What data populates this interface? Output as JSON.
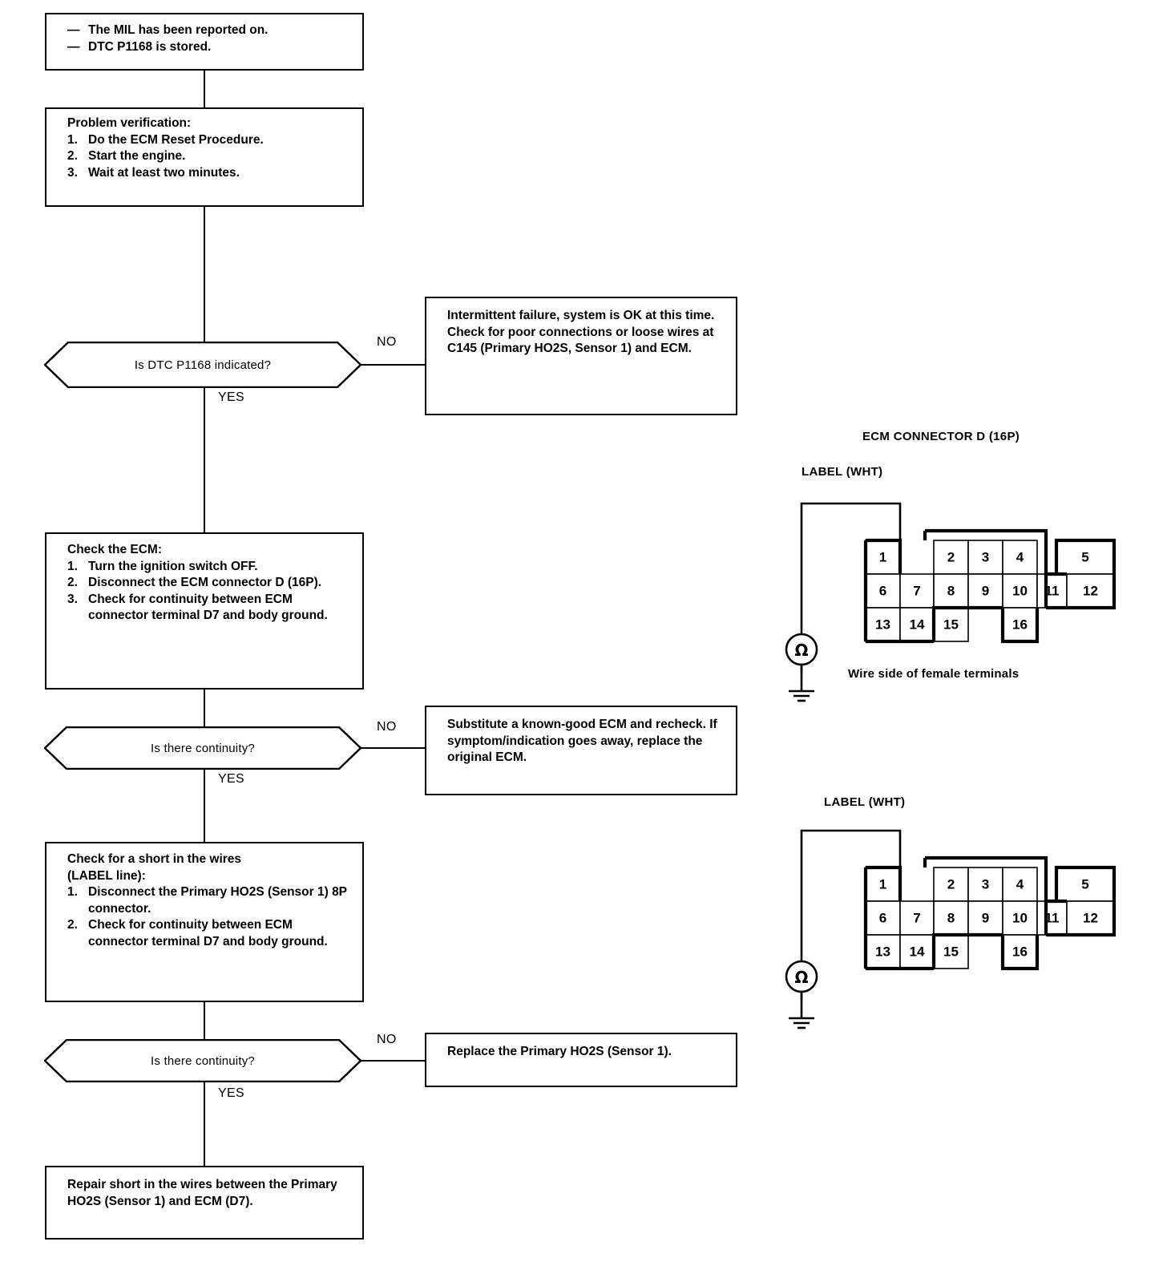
{
  "document": {
    "title": "DTC P1168 Troubleshooting Flowchart"
  },
  "flow": {
    "symptom_box": {
      "name": "symptom-box",
      "lines": [
        "The MIL has been reported on.",
        "DTC P1168 is stored."
      ],
      "dash": "—"
    },
    "problem_verification": {
      "heading": "Problem verification:",
      "steps": [
        {
          "num": "1.",
          "text": "Do the ECM Reset Procedure."
        },
        {
          "num": "2.",
          "text": "Start the engine."
        },
        {
          "num": "3.",
          "text": "Wait at least two minutes."
        }
      ]
    },
    "decision1": {
      "question": "Is DTC P1168 indicated?",
      "yes_label": "YES",
      "no_label": "NO"
    },
    "result1": {
      "text": "Intermittent failure, system is OK at this time. Check for poor connections or loose wires at C145 (Primary HO2S, Sensor 1) and ECM."
    },
    "check_ecm": {
      "heading": "Check the ECM:",
      "steps": [
        {
          "num": "1.",
          "text": "Turn the ignition switch OFF."
        },
        {
          "num": "2.",
          "text": "Disconnect the ECM connector D (16P)."
        },
        {
          "num": "3.",
          "text": "Check for continuity between ECM connector terminal D7 and body ground."
        }
      ]
    },
    "decision2": {
      "question": "Is there continuity?",
      "yes_label": "YES",
      "no_label": "NO"
    },
    "result2": {
      "text": "Substitute a known-good ECM and recheck. If symptom/indication goes away, replace the original ECM."
    },
    "check_short": {
      "heading_line1": "Check for a short in the wires",
      "heading_line2": "(LABEL line):",
      "steps": [
        {
          "num": "1.",
          "text": "Disconnect the Primary HO2S (Sensor 1) 8P connector."
        },
        {
          "num": "2.",
          "text": "Check for continuity between ECM connector terminal D7 and body ground."
        }
      ]
    },
    "decision3": {
      "question": "Is there continuity?",
      "yes_label": "YES",
      "no_label": "NO"
    },
    "result3": {
      "text": "Replace the Primary HO2S (Sensor 1)."
    },
    "final": {
      "text": "Repair short in the wires between the Primary HO2S (Sensor 1) and ECM (D7)."
    }
  },
  "connector_diagrams": [
    {
      "id": "connector-top",
      "title": "ECM CONNECTOR D (16P)",
      "label": "LABEL (WHT)",
      "caption": "Wire side of female terminals",
      "meter_symbol": "Ω",
      "probe_pin": "7",
      "pins": {
        "row1": [
          "1",
          "",
          "2",
          "3",
          "4",
          "",
          "5"
        ],
        "row2": [
          "6",
          "7",
          "8",
          "9",
          "10",
          "11",
          "12"
        ],
        "row3": [
          "13",
          "14",
          "15",
          "",
          "16",
          "",
          ""
        ]
      }
    },
    {
      "id": "connector-bottom",
      "title": "",
      "label": "LABEL (WHT)",
      "caption": "",
      "meter_symbol": "Ω",
      "probe_pin": "7",
      "pins": {
        "row1": [
          "1",
          "",
          "2",
          "3",
          "4",
          "",
          "5"
        ],
        "row2": [
          "6",
          "7",
          "8",
          "9",
          "10",
          "11",
          "12"
        ],
        "row3": [
          "13",
          "14",
          "15",
          "",
          "16",
          "",
          ""
        ]
      }
    }
  ],
  "colors": {
    "ink": "#000000",
    "paper": "#ffffff"
  }
}
